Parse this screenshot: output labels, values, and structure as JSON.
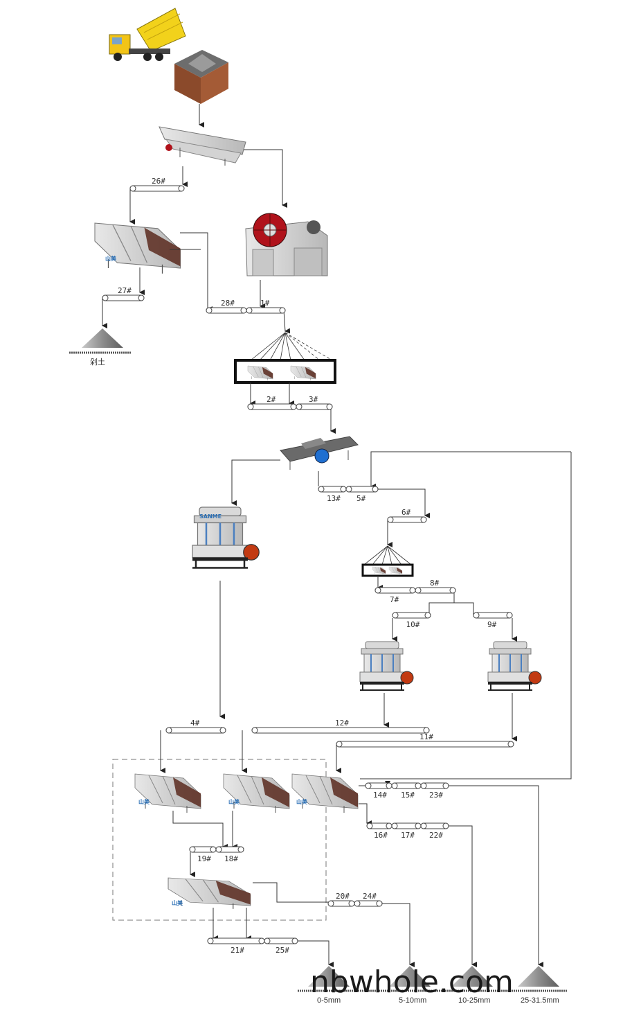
{
  "watermark": "nbwhole.com",
  "brand_mark": "山美",
  "brand_plate": "SANME",
  "side_pile_label": "剁土",
  "belts": [
    {
      "id": "b26",
      "label": "26#"
    },
    {
      "id": "b27",
      "label": "27#"
    },
    {
      "id": "b28",
      "label": "28#"
    },
    {
      "id": "b1",
      "label": "1#"
    },
    {
      "id": "b2",
      "label": "2#"
    },
    {
      "id": "b3",
      "label": "3#"
    },
    {
      "id": "b13",
      "label": "13#"
    },
    {
      "id": "b5",
      "label": "5#"
    },
    {
      "id": "b6",
      "label": "6#"
    },
    {
      "id": "b7",
      "label": "7#"
    },
    {
      "id": "b8",
      "label": "8#"
    },
    {
      "id": "b10",
      "label": "10#"
    },
    {
      "id": "b9",
      "label": "9#"
    },
    {
      "id": "b4",
      "label": "4#"
    },
    {
      "id": "b12",
      "label": "12#"
    },
    {
      "id": "b11",
      "label": "11#"
    },
    {
      "id": "b14",
      "label": "14#"
    },
    {
      "id": "b15",
      "label": "15#"
    },
    {
      "id": "b23",
      "label": "23#"
    },
    {
      "id": "b16",
      "label": "16#"
    },
    {
      "id": "b17",
      "label": "17#"
    },
    {
      "id": "b22",
      "label": "22#"
    },
    {
      "id": "b19",
      "label": "19#"
    },
    {
      "id": "b18",
      "label": "18#"
    },
    {
      "id": "b20",
      "label": "20#"
    },
    {
      "id": "b24",
      "label": "24#"
    },
    {
      "id": "b21",
      "label": "21#"
    },
    {
      "id": "b25",
      "label": "25#"
    }
  ],
  "products": [
    {
      "label": "0-5mm"
    },
    {
      "label": "5-10mm"
    },
    {
      "label": "10-25mm"
    },
    {
      "label": "25-31.5mm"
    }
  ],
  "colors": {
    "line": "#333333",
    "truck_yellow": "#f2d21b",
    "hopper_brown": "#8b4a2b",
    "crusher_red": "#b0121b",
    "pile_gray": "#9a9a9a"
  }
}
